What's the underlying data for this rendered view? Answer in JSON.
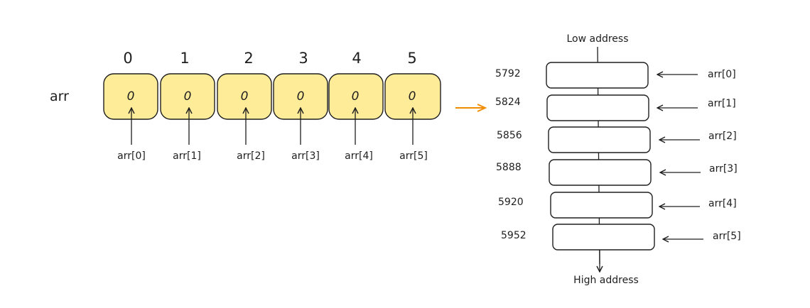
{
  "array_view": {
    "name": "arr",
    "cells": [
      {
        "index": "0",
        "value": "0",
        "label": "arr[0]"
      },
      {
        "index": "1",
        "value": "0",
        "label": "arr[1]"
      },
      {
        "index": "2",
        "value": "0",
        "label": "arr[2]"
      },
      {
        "index": "3",
        "value": "0",
        "label": "arr[3]"
      },
      {
        "index": "4",
        "value": "0",
        "label": "arr[4]"
      },
      {
        "index": "5",
        "value": "0",
        "label": "arr[5]"
      }
    ],
    "cell_fill": "#ffec99",
    "cell_stroke": "#1e1e1e"
  },
  "transition_arrow_color": "#f08c00",
  "memory_view": {
    "top_label": "Low address",
    "bottom_label": "High address",
    "rows": [
      {
        "address": "5792",
        "label": "arr[0]"
      },
      {
        "address": "5824",
        "label": "arr[1]"
      },
      {
        "address": "5856",
        "label": "arr[2]"
      },
      {
        "address": "5888",
        "label": "arr[3]"
      },
      {
        "address": "5920",
        "label": "arr[4]"
      },
      {
        "address": "5952",
        "label": "arr[5]"
      }
    ]
  }
}
